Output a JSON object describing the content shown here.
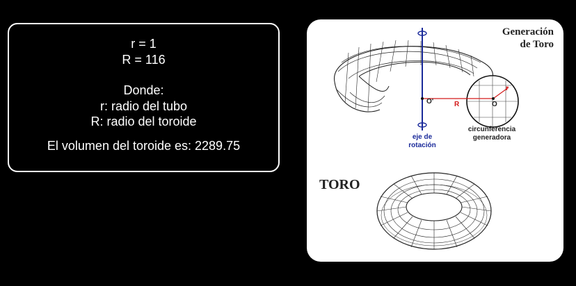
{
  "info": {
    "r_line": "r = 1",
    "R_line": "R = 116",
    "where_label": "Donde:",
    "r_desc": "r: radio del tubo",
    "R_desc": "R: radio del toroide",
    "volume_text": "El volumen del toroide es: 2289.75"
  },
  "figure": {
    "title_line1": "Generación",
    "title_line2": "de Toro",
    "axis_label_line1": "eje de",
    "axis_label_line2": "rotación",
    "generator_label_line1": "circunferencia",
    "generator_label_line2": "generadora",
    "label_o_prime": "O'",
    "label_o": "O",
    "label_R": "R",
    "label_r": "r",
    "toro_label": "TORO"
  },
  "colors": {
    "background": "#000000",
    "box_border": "#ffffff",
    "axis_blue": "#1a2a9a",
    "radius_red": "#d41a1a"
  }
}
